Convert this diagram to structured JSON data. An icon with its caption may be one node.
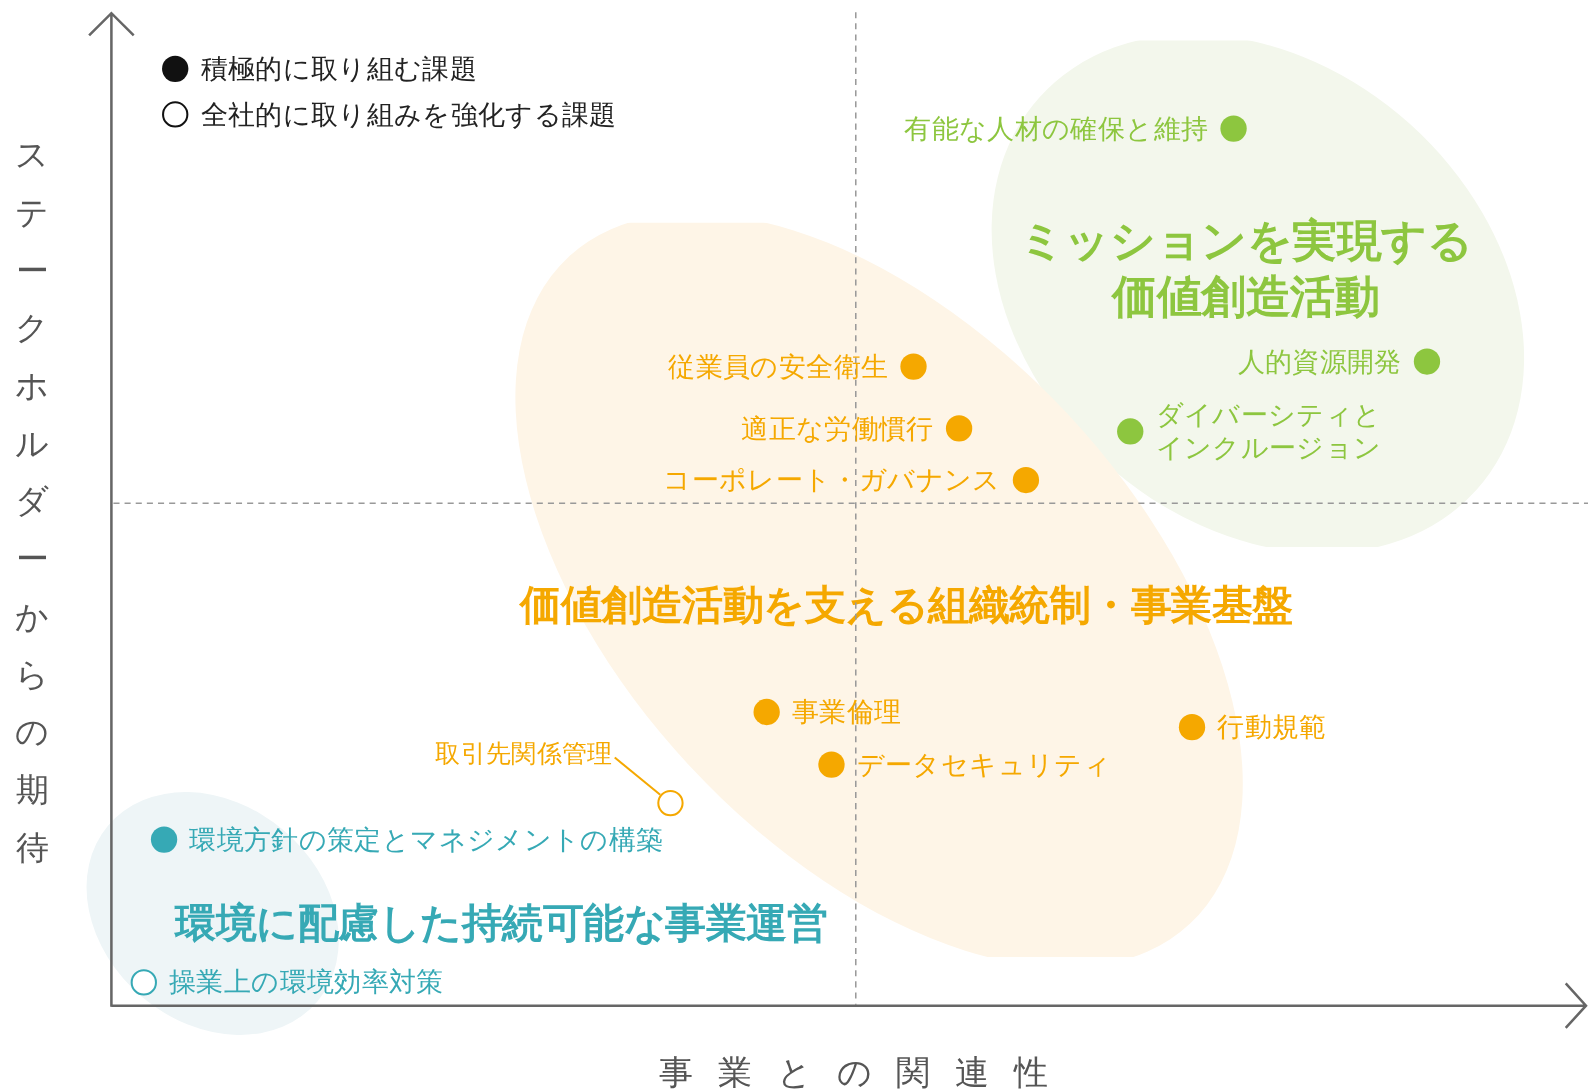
{
  "diagram": {
    "nodes": [
      {
        "text": [
          "ミッションを実現する価値創造活動"
        ]
      },
      {
        "text": [
          "価値創造活動を支える組織統制・事業基盤"
        ]
      },
      {
        "text": [
          "取引先関係管理"
        ]
      },
      {
        "text": [],
        "shape": "circle"
      }
    ],
    "edges": [
      {
        "from": 2,
        "to": 3,
        "arrow": "none"
      }
    ],
    "labels": [
      "ステークホルダーからの期待",
      "有能な人材の確保と維持",
      "人的資源開発",
      "従業員の安全衛生",
      "ダイバーシティとインクルージョン",
      "適正な労働慣行",
      "コーポレート・ガバナンス",
      "事業倫理",
      "行動規範",
      "データセキュリティ",
      "環境方針の策定とマネジメントの構築",
      "環境に配慮した持続可能な事業運営",
      "操業上の環境効率対策",
      "事業との関連性"
    ],
    "legend": [
      {
        "text": "積極的に取り組む課題"
      },
      {
        "text": "全社的に取り組みを強化する課題"
      }
    ]
  }
}
